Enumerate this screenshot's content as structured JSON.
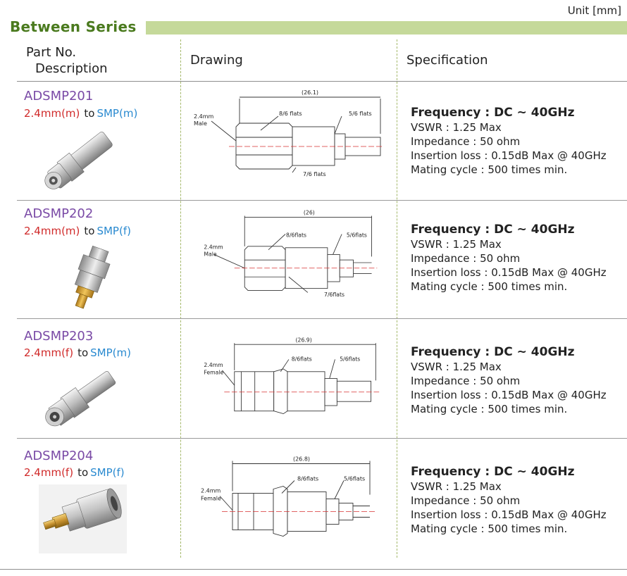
{
  "unit_label": "Unit [mm]",
  "section_title": "Between Series",
  "headers": {
    "part_no": "Part No.",
    "description": "Description",
    "drawing": "Drawing",
    "specification": "Specification"
  },
  "connector_to": "to",
  "rows": [
    {
      "part_no": "ADSMP201",
      "desc_a": "2.4mm(m)",
      "desc_b": "SMP(m)",
      "drawing": {
        "dim": "(26.1)",
        "left_label_1": "2.4mm",
        "left_label_2": "Male",
        "flats_a": "8/6 flats",
        "flats_b": "5/6 flats",
        "flats_c": "7/6 flats"
      },
      "spec": {
        "frequency": "Frequency : DC ~ 40GHz",
        "vswr": "VSWR : 1.25 Max",
        "impedance": "Impedance : 50 ohm",
        "insertion_loss": "Insertion loss : 0.15dB Max @ 40GHz",
        "mating_cycle": "Mating cycle : 500 times min."
      }
    },
    {
      "part_no": "ADSMP202",
      "desc_a": "2.4mm(m)",
      "desc_b": "SMP(f)",
      "drawing": {
        "dim": "(26)",
        "left_label_1": "2.4mm",
        "left_label_2": "Male",
        "flats_a": "8/6flats",
        "flats_b": "5/6flats",
        "flats_c": "7/6flats"
      },
      "spec": {
        "frequency": "Frequency : DC ~ 40GHz",
        "vswr": "VSWR : 1.25 Max",
        "impedance": "Impedance : 50 ohm",
        "insertion_loss": "Insertion loss : 0.15dB Max @ 40GHz",
        "mating_cycle": "Mating cycle : 500 times min."
      }
    },
    {
      "part_no": "ADSMP203",
      "desc_a": "2.4mm(f)",
      "desc_b": "SMP(m)",
      "drawing": {
        "dim": "(26.9)",
        "left_label_1": "2.4mm",
        "left_label_2": "Female",
        "flats_a": "8/6flats",
        "flats_b": "5/6flats"
      },
      "spec": {
        "frequency": "Frequency : DC ~ 40GHz",
        "vswr": "VSWR : 1.25 Max",
        "impedance": "Impedance : 50 ohm",
        "insertion_loss": "Insertion loss : 0.15dB Max @ 40GHz",
        "mating_cycle": "Mating cycle : 500 times min."
      }
    },
    {
      "part_no": "ADSMP204",
      "desc_a": "2.4mm(f)",
      "desc_b": "SMP(f)",
      "drawing": {
        "dim": "(26.8)",
        "left_label_1": "2.4mm",
        "left_label_2": "Female",
        "flats_a": "8/6flats",
        "flats_b": "5/6flats"
      },
      "spec": {
        "frequency": "Frequency : DC ~ 40GHz",
        "vswr": "VSWR : 1.25 Max",
        "impedance": "Impedance : 50 ohm",
        "insertion_loss": "Insertion loss : 0.15dB Max @ 40GHz",
        "mating_cycle": "Mating cycle : 500 times min."
      }
    }
  ]
}
